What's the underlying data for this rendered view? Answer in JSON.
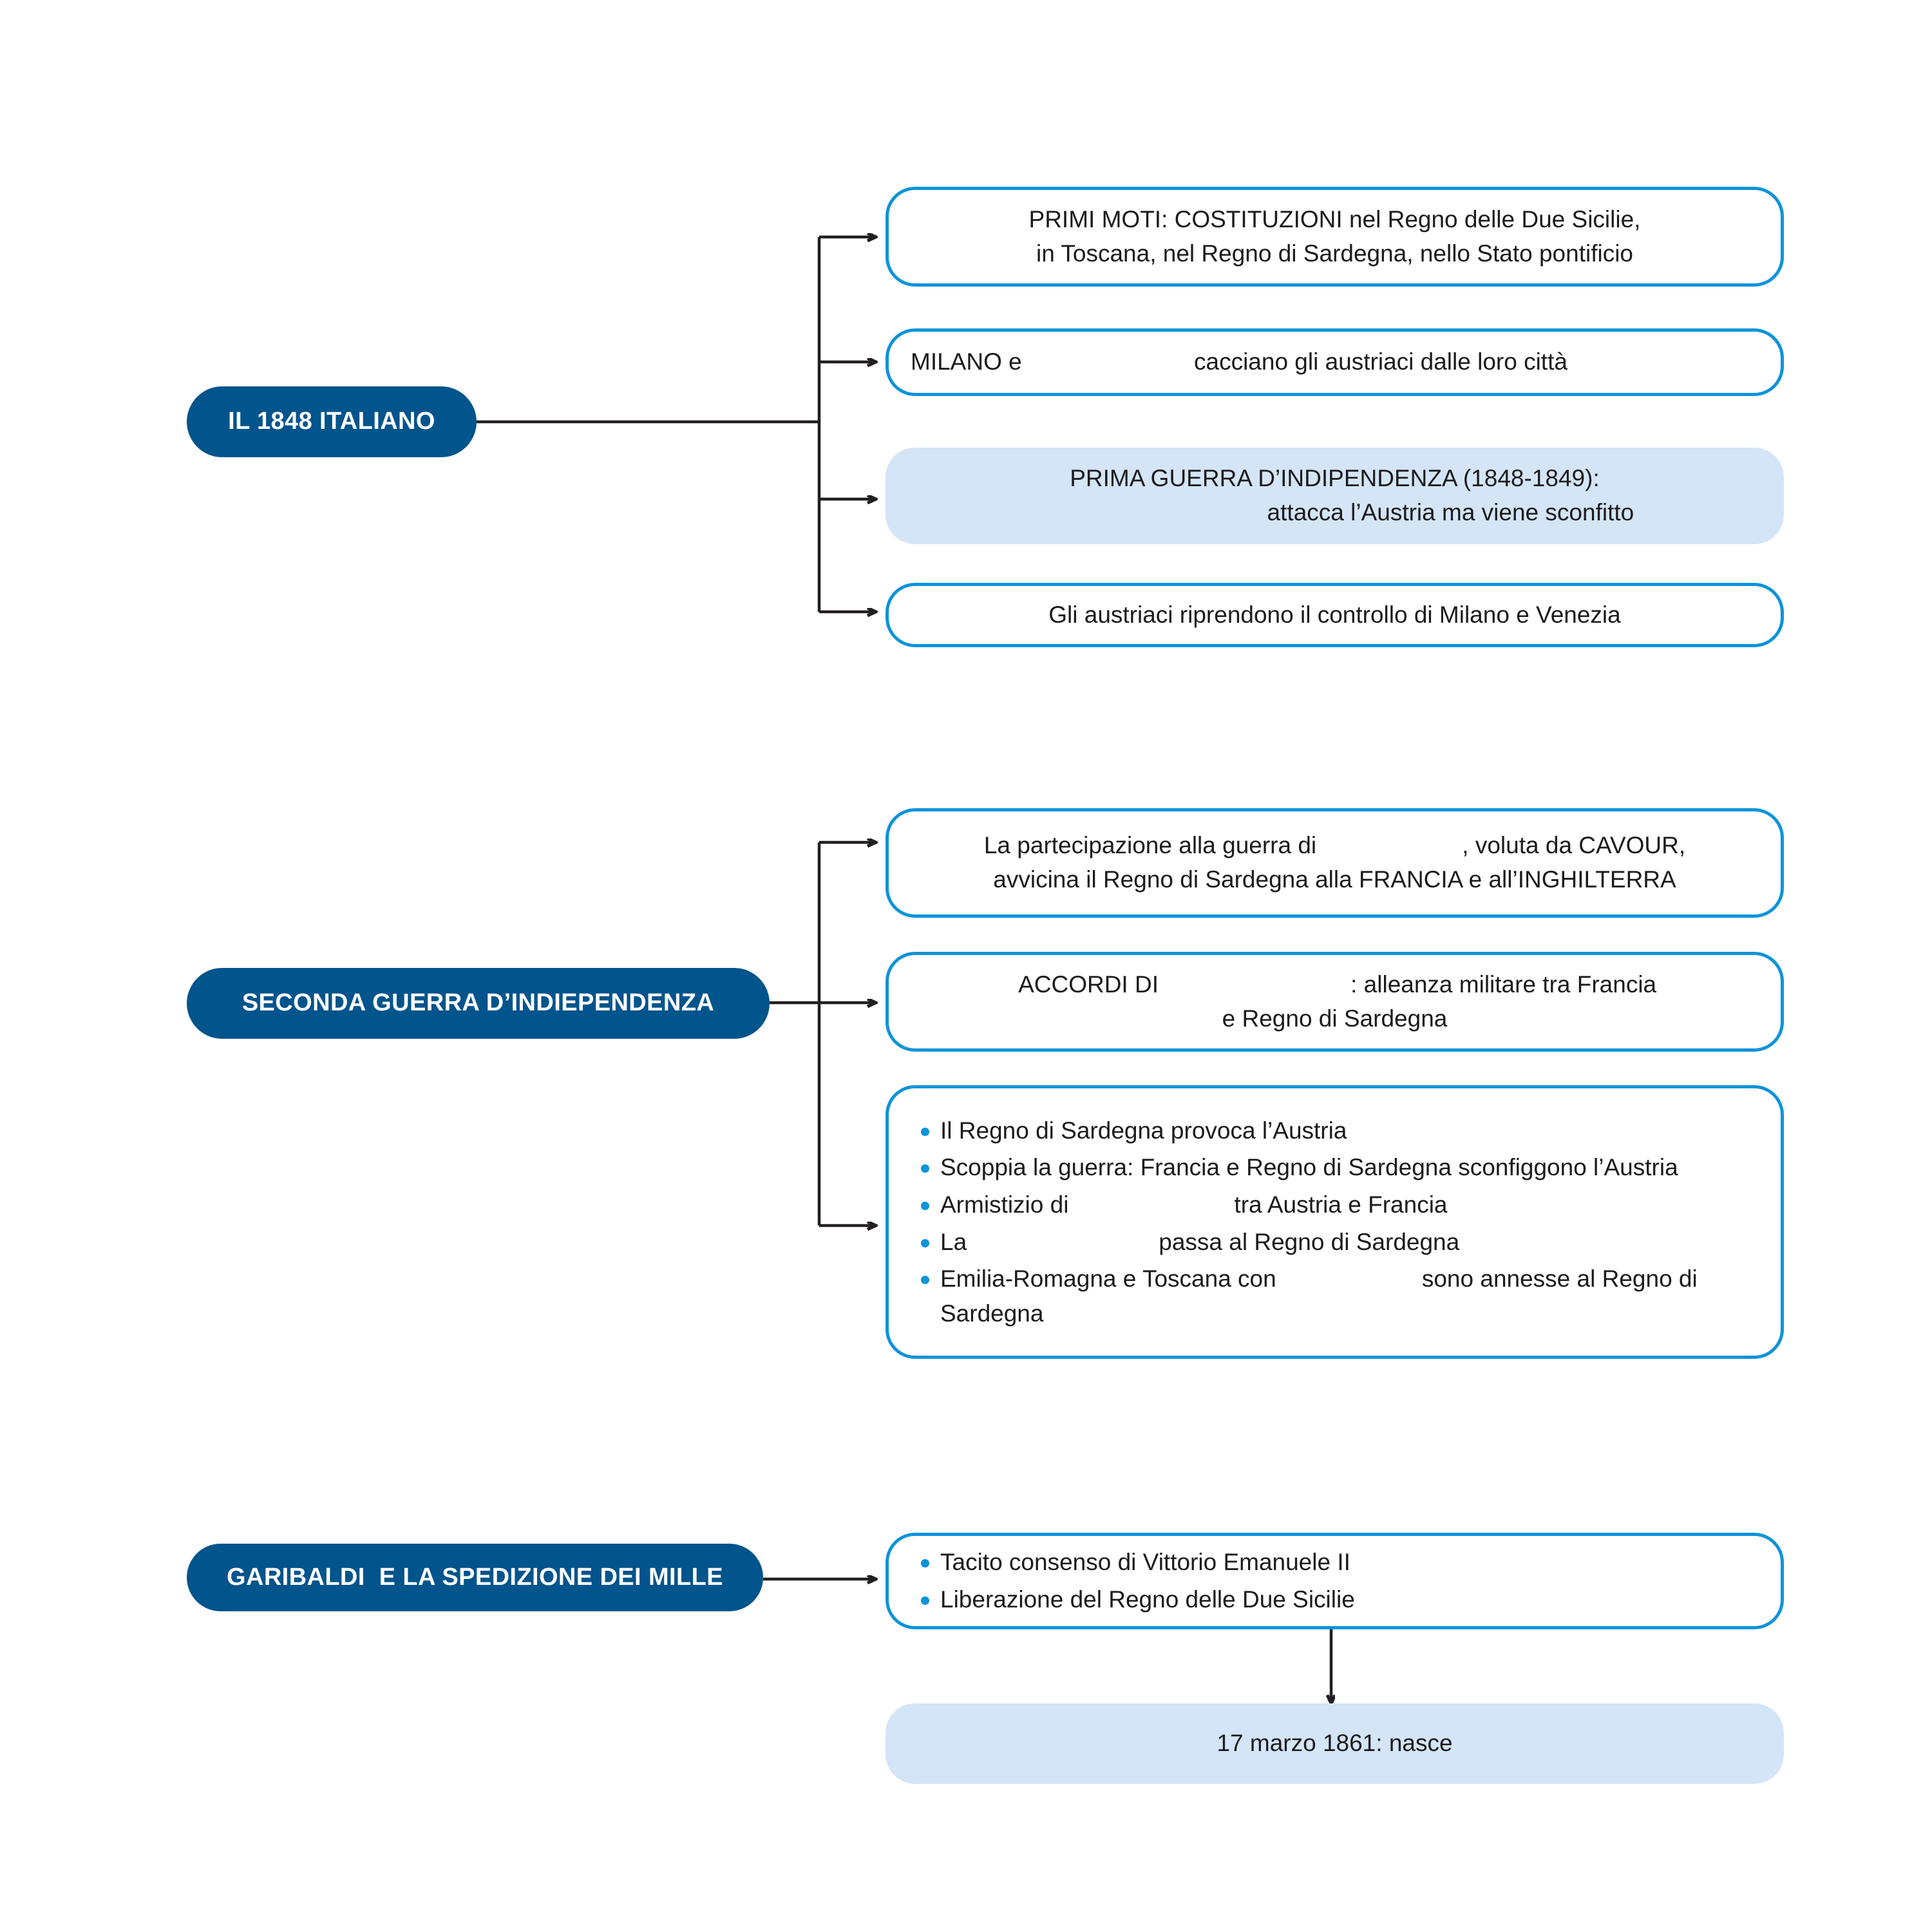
{
  "theme": {
    "root_fill": "#02548C",
    "root_text": "#FFFFFF",
    "box_border": "#0D93DA",
    "box_fill": "#FFFFFF",
    "highlight_fill": "#D3E5F7",
    "bullet_color": "#0D93DA",
    "connector_color": "#231F20",
    "body_text": "#1B1B1B"
  },
  "sections": [
    {
      "id": "section-1848",
      "root_label": "IL 1848 ITALIANO",
      "nodes": [
        {
          "id": "node-primi-moti",
          "style": "outline",
          "align": "center",
          "lines": [
            "PRIMI MOTI: COSTITUZIONI nel Regno delle Due Sicilie,",
            "in Toscana, nel Regno di Sardegna, nello Stato pontificio"
          ]
        },
        {
          "id": "node-milano",
          "style": "outline",
          "align": "left",
          "lines": [
            "MILANO e                          cacciano gli austriaci dalle loro città"
          ]
        },
        {
          "id": "node-prima-guerra",
          "style": "filled",
          "align": "center",
          "lines": [
            "PRIMA GUERRA D’INDIPENDENZA (1848-1849):",
            "                                   attacca l’Austria ma viene sconfitto"
          ]
        },
        {
          "id": "node-austriaci-riprendono",
          "style": "outline",
          "align": "center",
          "lines": [
            "Gli austriaci riprendono il controllo di Milano e Venezia"
          ]
        }
      ]
    },
    {
      "id": "section-seconda-guerra",
      "root_label": "SECONDA GUERRA D’INDIEPENDENZA",
      "nodes": [
        {
          "id": "node-partecipazione",
          "style": "outline",
          "align": "center",
          "lines": [
            "La partecipazione alla guerra di                      , voluta da CAVOUR,",
            "avvicina il Regno di Sardegna alla FRANCIA e all’INGHILTERRA"
          ]
        },
        {
          "id": "node-accordi",
          "style": "outline",
          "align": "center",
          "lines": [
            " ACCORDI DI                             : alleanza militare tra Francia",
            "e Regno di Sardegna"
          ]
        },
        {
          "id": "node-elenco-guerra",
          "style": "outline",
          "align": "left",
          "bullets": [
            "Il Regno di Sardegna provoca l’Austria",
            "Scoppia la guerra: Francia e Regno di Sardegna sconfiggono l’Austria",
            "Armistizio di                         tra Austria e Francia",
            "La                             passa al Regno di Sardegna",
            "Emilia-Romagna e Toscana con                      sono annesse al Regno di Sardegna"
          ]
        }
      ]
    },
    {
      "id": "section-garibaldi",
      "root_label": "GARIBALDI  E LA SPEDIZIONE DEI MILLE",
      "nodes": [
        {
          "id": "node-garibaldi-elenco",
          "style": "outline",
          "align": "left",
          "bullets": [
            "Tacito consenso di Vittorio Emanuele II",
            "Liberazione del Regno delle Due Sicilie"
          ]
        },
        {
          "id": "node-regno-italia",
          "style": "filled",
          "align": "center",
          "lines": [
            "17 marzo 1861: nasce"
          ]
        }
      ]
    }
  ]
}
